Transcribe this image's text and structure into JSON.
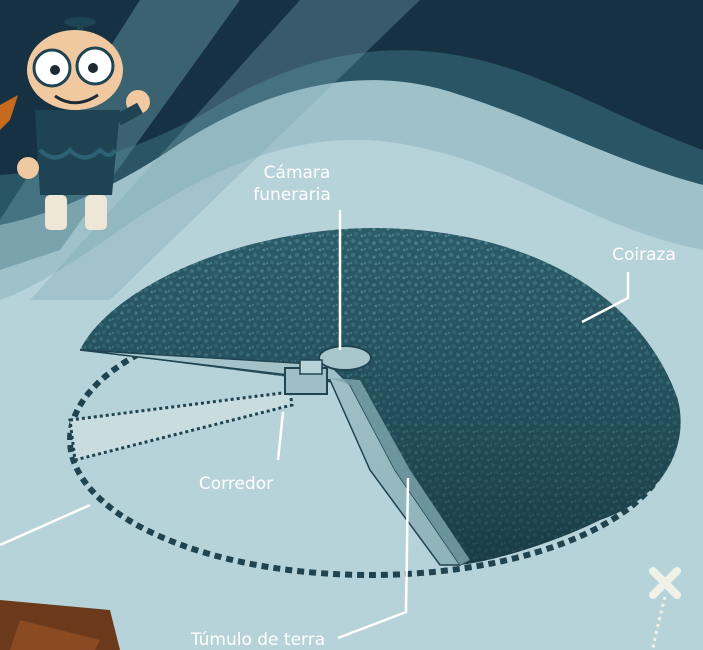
{
  "labels": {
    "chamber_line1": "Cámara",
    "chamber_line2": "funeraria",
    "shell": "Coiraza",
    "corridor": "Corredor",
    "mound": "Túmulo de terra"
  },
  "colors": {
    "background": "#b7d3da",
    "dark_band": "#163242",
    "mound_dark": "#23505b",
    "label_text": "#ffffff",
    "mascot_body": "#1e4352"
  },
  "icons": {
    "mascot": "cartoon-character-with-propeller-hat",
    "close": "x-mark-icon"
  }
}
